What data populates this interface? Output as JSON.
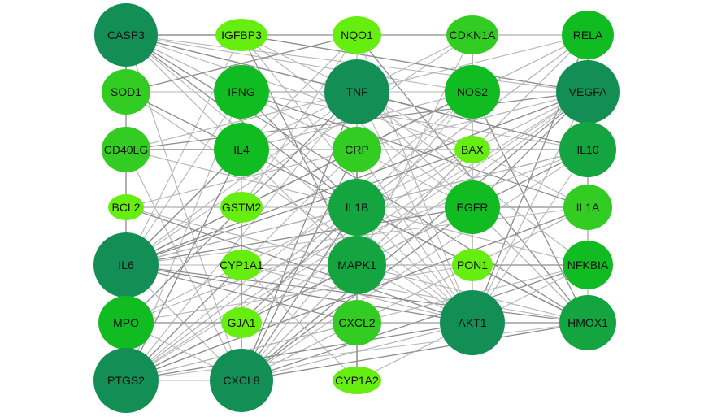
{
  "colors": {
    "background": "#ffffff",
    "edge": "#8c8c8c",
    "edge_faint": "#b5b5b5",
    "label": "#111111",
    "degree_palette": {
      "1": "#66ee11",
      "2": "#33cc22",
      "3": "#11bb22",
      "4": "#15a540",
      "5": "#138f55"
    }
  },
  "network": {
    "nodes": [
      {
        "id": "CASP3",
        "label": "CASP3",
        "level": 5
      },
      {
        "id": "IGFBP3",
        "label": "IGFBP3",
        "level": 1
      },
      {
        "id": "NQO1",
        "label": "NQO1",
        "level": 1
      },
      {
        "id": "CDKN1A",
        "label": "CDKN1A",
        "level": 2
      },
      {
        "id": "RELA",
        "label": "RELA",
        "level": 3
      },
      {
        "id": "SOD1",
        "label": "SOD1",
        "level": 2
      },
      {
        "id": "IFNG",
        "label": "IFNG",
        "level": 3
      },
      {
        "id": "TNF",
        "label": "TNF",
        "level": 5
      },
      {
        "id": "NOS2",
        "label": "NOS2",
        "level": 3
      },
      {
        "id": "VEGFA",
        "label": "VEGFA",
        "level": 5
      },
      {
        "id": "CD40LG",
        "label": "CD40LG",
        "level": 2
      },
      {
        "id": "IL4",
        "label": "IL4",
        "level": 3
      },
      {
        "id": "CRP",
        "label": "CRP",
        "level": 2
      },
      {
        "id": "BAX",
        "label": "BAX",
        "level": 1
      },
      {
        "id": "IL10",
        "label": "IL10",
        "level": 4
      },
      {
        "id": "BCL2",
        "label": "BCL2",
        "level": 1
      },
      {
        "id": "GSTM2",
        "label": "GSTM2",
        "level": 1
      },
      {
        "id": "IL1B",
        "label": "IL1B",
        "level": 4
      },
      {
        "id": "EGFR",
        "label": "EGFR",
        "level": 3
      },
      {
        "id": "IL1A",
        "label": "IL1A",
        "level": 2
      },
      {
        "id": "IL6",
        "label": "IL6",
        "level": 5
      },
      {
        "id": "CYP1A1",
        "label": "CYP1A1",
        "level": 1
      },
      {
        "id": "MAPK1",
        "label": "MAPK1",
        "level": 4
      },
      {
        "id": "PON1",
        "label": "PON1",
        "level": 1
      },
      {
        "id": "NFKBIA",
        "label": "NFKBIA",
        "level": 3
      },
      {
        "id": "MPO",
        "label": "MPO",
        "level": 3
      },
      {
        "id": "GJA1",
        "label": "GJA1",
        "level": 1
      },
      {
        "id": "CXCL2",
        "label": "CXCL2",
        "level": 2
      },
      {
        "id": "AKT1",
        "label": "AKT1",
        "level": 5
      },
      {
        "id": "HMOX1",
        "label": "HMOX1",
        "level": 4
      },
      {
        "id": "PTGS2",
        "label": "PTGS2",
        "level": 5
      },
      {
        "id": "CXCL8",
        "label": "CXCL8",
        "level": 5
      },
      {
        "id": "CYP1A2",
        "label": "CYP1A2",
        "level": 1
      }
    ],
    "edges": [
      [
        "CASP3",
        "IGFBP3"
      ],
      [
        "IGFBP3",
        "NQO1"
      ],
      [
        "NQO1",
        "CDKN1A"
      ],
      [
        "CDKN1A",
        "RELA"
      ],
      [
        "CASP3",
        "SOD1"
      ],
      [
        "SOD1",
        "CD40LG"
      ],
      [
        "CD40LG",
        "BCL2"
      ],
      [
        "BCL2",
        "IL6"
      ],
      [
        "IL6",
        "MPO"
      ],
      [
        "MPO",
        "PTGS2"
      ],
      [
        "RELA",
        "VEGFA"
      ],
      [
        "VEGFA",
        "IL10"
      ],
      [
        "IL10",
        "IL1A"
      ],
      [
        "IL1A",
        "NFKBIA"
      ],
      [
        "NFKBIA",
        "HMOX1"
      ],
      [
        "IFNG",
        "IL4"
      ],
      [
        "IL4",
        "GSTM2"
      ],
      [
        "GSTM2",
        "CYP1A1"
      ],
      [
        "CYP1A1",
        "GJA1"
      ],
      [
        "GJA1",
        "CXCL8"
      ],
      [
        "TNF",
        "CRP"
      ],
      [
        "CRP",
        "IL1B"
      ],
      [
        "IL1B",
        "MAPK1"
      ],
      [
        "MAPK1",
        "CXCL2"
      ],
      [
        "CXCL2",
        "CYP1A2"
      ],
      [
        "NOS2",
        "BAX"
      ],
      [
        "BAX",
        "EGFR"
      ],
      [
        "EGFR",
        "PON1"
      ],
      [
        "PON1",
        "AKT1"
      ],
      [
        "IL6",
        "CYP1A1"
      ],
      [
        "CYP1A1",
        "MAPK1"
      ],
      [
        "MAPK1",
        "PON1"
      ],
      [
        "PON1",
        "NFKBIA"
      ],
      [
        "CD40LG",
        "IL4"
      ],
      [
        "IL4",
        "CRP"
      ],
      [
        "CRP",
        "BAX"
      ],
      [
        "BAX",
        "IL10"
      ],
      [
        "MPO",
        "GJA1"
      ],
      [
        "GJA1",
        "CXCL2"
      ],
      [
        "CXCL2",
        "AKT1"
      ],
      [
        "AKT1",
        "HMOX1"
      ],
      [
        "SOD1",
        "IFNG"
      ],
      [
        "IFNG",
        "TNF"
      ],
      [
        "TNF",
        "NOS2"
      ],
      [
        "NOS2",
        "VEGFA"
      ],
      [
        "BCL2",
        "GSTM2"
      ],
      [
        "GSTM2",
        "IL1B"
      ],
      [
        "IL1B",
        "EGFR"
      ],
      [
        "EGFR",
        "IL1A"
      ],
      [
        "PTGS2",
        "CXCL8"
      ],
      [
        "CASP3",
        "TNF"
      ],
      [
        "CASP3",
        "IL6"
      ],
      [
        "CASP3",
        "AKT1"
      ],
      [
        "CASP3",
        "MAPK1"
      ],
      [
        "CASP3",
        "IL1B"
      ],
      [
        "CASP3",
        "NOS2"
      ],
      [
        "CASP3",
        "VEGFA"
      ],
      [
        "CASP3",
        "PTGS2"
      ],
      [
        "CASP3",
        "BAX"
      ],
      [
        "CASP3",
        "CRP"
      ],
      [
        "CASP3",
        "IL10"
      ],
      [
        "CASP3",
        "EGFR"
      ],
      [
        "CASP3",
        "CXCL8"
      ],
      [
        "CASP3",
        "HMOX1"
      ],
      [
        "IGFBP3",
        "TNF"
      ],
      [
        "IGFBP3",
        "AKT1"
      ],
      [
        "IGFBP3",
        "VEGFA"
      ],
      [
        "IGFBP3",
        "IL6"
      ],
      [
        "IGFBP3",
        "EGFR"
      ],
      [
        "IGFBP3",
        "MAPK1"
      ],
      [
        "NQO1",
        "TNF"
      ],
      [
        "NQO1",
        "AKT1"
      ],
      [
        "NQO1",
        "HMOX1"
      ],
      [
        "NQO1",
        "RELA"
      ],
      [
        "NQO1",
        "IL6"
      ],
      [
        "NQO1",
        "SOD1"
      ],
      [
        "CDKN1A",
        "AKT1"
      ],
      [
        "CDKN1A",
        "TNF"
      ],
      [
        "CDKN1A",
        "EGFR"
      ],
      [
        "CDKN1A",
        "IL6"
      ],
      [
        "CDKN1A",
        "MAPK1"
      ],
      [
        "CDKN1A",
        "CASP3"
      ],
      [
        "RELA",
        "TNF"
      ],
      [
        "RELA",
        "IL6"
      ],
      [
        "RELA",
        "AKT1"
      ],
      [
        "RELA",
        "IL1B"
      ],
      [
        "RELA",
        "CXCL8"
      ],
      [
        "RELA",
        "NFKBIA"
      ],
      [
        "RELA",
        "PTGS2"
      ],
      [
        "RELA",
        "MAPK1"
      ],
      [
        "RELA",
        "IL10"
      ],
      [
        "RELA",
        "CRP"
      ],
      [
        "SOD1",
        "TNF"
      ],
      [
        "SOD1",
        "IL6"
      ],
      [
        "SOD1",
        "AKT1"
      ],
      [
        "SOD1",
        "MPO"
      ],
      [
        "SOD1",
        "HMOX1"
      ],
      [
        "IFNG",
        "IL6"
      ],
      [
        "IFNG",
        "IL10"
      ],
      [
        "IFNG",
        "IL1B"
      ],
      [
        "IFNG",
        "CXCL8"
      ],
      [
        "IFNG",
        "NOS2"
      ],
      [
        "IFNG",
        "IL1A"
      ],
      [
        "IFNG",
        "PTGS2"
      ],
      [
        "TNF",
        "IL6"
      ],
      [
        "TNF",
        "IL10"
      ],
      [
        "TNF",
        "AKT1"
      ],
      [
        "TNF",
        "VEGFA"
      ],
      [
        "TNF",
        "CXCL8"
      ],
      [
        "TNF",
        "PTGS2"
      ],
      [
        "TNF",
        "HMOX1"
      ],
      [
        "TNF",
        "MAPK1"
      ],
      [
        "TNF",
        "IL1A"
      ],
      [
        "TNF",
        "NFKBIA"
      ],
      [
        "TNF",
        "MPO"
      ],
      [
        "TNF",
        "CXCL2"
      ],
      [
        "TNF",
        "EGFR"
      ],
      [
        "NOS2",
        "IL6"
      ],
      [
        "NOS2",
        "AKT1"
      ],
      [
        "NOS2",
        "PTGS2"
      ],
      [
        "NOS2",
        "HMOX1"
      ],
      [
        "NOS2",
        "IL1B"
      ],
      [
        "NOS2",
        "CXCL8"
      ],
      [
        "VEGFA",
        "IL6"
      ],
      [
        "VEGFA",
        "AKT1"
      ],
      [
        "VEGFA",
        "PTGS2"
      ],
      [
        "VEGFA",
        "CXCL8"
      ],
      [
        "VEGFA",
        "IL1B"
      ],
      [
        "VEGFA",
        "HMOX1"
      ],
      [
        "VEGFA",
        "EGFR"
      ],
      [
        "VEGFA",
        "MAPK1"
      ],
      [
        "VEGFA",
        "BCL2"
      ],
      [
        "VEGFA",
        "CD40LG"
      ],
      [
        "CD40LG",
        "TNF"
      ],
      [
        "CD40LG",
        "IL6"
      ],
      [
        "CD40LG",
        "IL10"
      ],
      [
        "CD40LG",
        "CXCL8"
      ],
      [
        "CD40LG",
        "IL1B"
      ],
      [
        "IL4",
        "IL6"
      ],
      [
        "IL4",
        "IL10"
      ],
      [
        "IL4",
        "TNF"
      ],
      [
        "IL4",
        "PTGS2"
      ],
      [
        "IL4",
        "CXCL8"
      ],
      [
        "IL4",
        "NOS2"
      ],
      [
        "CRP",
        "IL6"
      ],
      [
        "CRP",
        "AKT1"
      ],
      [
        "CRP",
        "PTGS2"
      ],
      [
        "CRP",
        "CXCL8"
      ],
      [
        "CRP",
        "IL10"
      ],
      [
        "BAX",
        "AKT1"
      ],
      [
        "BAX",
        "IL6"
      ],
      [
        "BAX",
        "MAPK1"
      ],
      [
        "BAX",
        "PTGS2"
      ],
      [
        "IL10",
        "IL6"
      ],
      [
        "IL10",
        "CXCL8"
      ],
      [
        "IL10",
        "AKT1"
      ],
      [
        "IL10",
        "PTGS2"
      ],
      [
        "IL10",
        "MPO"
      ],
      [
        "IL10",
        "IL1B"
      ],
      [
        "BCL2",
        "AKT1"
      ],
      [
        "BCL2",
        "MAPK1"
      ],
      [
        "BCL2",
        "EGFR"
      ],
      [
        "GSTM2",
        "CXCL8"
      ],
      [
        "GSTM2",
        "NQO1"
      ],
      [
        "IL1B",
        "IL6"
      ],
      [
        "IL1B",
        "CXCL8"
      ],
      [
        "IL1B",
        "AKT1"
      ],
      [
        "IL1B",
        "PTGS2"
      ],
      [
        "IL1B",
        "HMOX1"
      ],
      [
        "IL1B",
        "NFKBIA"
      ],
      [
        "IL1B",
        "MPO"
      ],
      [
        "EGFR",
        "IL6"
      ],
      [
        "EGFR",
        "AKT1"
      ],
      [
        "EGFR",
        "PTGS2"
      ],
      [
        "EGFR",
        "CXCL8"
      ],
      [
        "EGFR",
        "HMOX1"
      ],
      [
        "IL1A",
        "IL6"
      ],
      [
        "IL1A",
        "PTGS2"
      ],
      [
        "IL1A",
        "CXCL8"
      ],
      [
        "IL1A",
        "CXCL2"
      ],
      [
        "IL6",
        "AKT1"
      ],
      [
        "IL6",
        "PTGS2"
      ],
      [
        "IL6",
        "CXCL8"
      ],
      [
        "IL6",
        "HMOX1"
      ],
      [
        "IL6",
        "MAPK1"
      ],
      [
        "IL6",
        "NFKBIA"
      ],
      [
        "IL6",
        "CXCL2"
      ],
      [
        "CYP1A1",
        "AKT1"
      ],
      [
        "CYP1A1",
        "CYP1A2"
      ],
      [
        "CYP1A1",
        "PTGS2"
      ],
      [
        "CYP1A1",
        "HMOX1"
      ],
      [
        "MAPK1",
        "AKT1"
      ],
      [
        "MAPK1",
        "PTGS2"
      ],
      [
        "MAPK1",
        "CXCL8"
      ],
      [
        "MAPK1",
        "HMOX1"
      ],
      [
        "MAPK1",
        "NFKBIA"
      ],
      [
        "PON1",
        "IL6"
      ],
      [
        "PON1",
        "MPO"
      ],
      [
        "PON1",
        "HMOX1"
      ],
      [
        "NFKBIA",
        "AKT1"
      ],
      [
        "NFKBIA",
        "PTGS2"
      ],
      [
        "NFKBIA",
        "CXCL8"
      ],
      [
        "MPO",
        "AKT1"
      ],
      [
        "MPO",
        "CXCL8"
      ],
      [
        "MPO",
        "HMOX1"
      ],
      [
        "GJA1",
        "AKT1"
      ],
      [
        "GJA1",
        "VEGFA"
      ],
      [
        "GJA1",
        "IL1B"
      ],
      [
        "CXCL2",
        "CXCL8"
      ],
      [
        "CXCL2",
        "PTGS2"
      ],
      [
        "AKT1",
        "PTGS2"
      ],
      [
        "AKT1",
        "CXCL8"
      ],
      [
        "HMOX1",
        "PTGS2"
      ],
      [
        "HMOX1",
        "CXCL8"
      ],
      [
        "CYP1A2",
        "NQO1"
      ],
      [
        "CYP1A2",
        "AKT1"
      ],
      [
        "CYP1A2",
        "CRP"
      ]
    ]
  }
}
